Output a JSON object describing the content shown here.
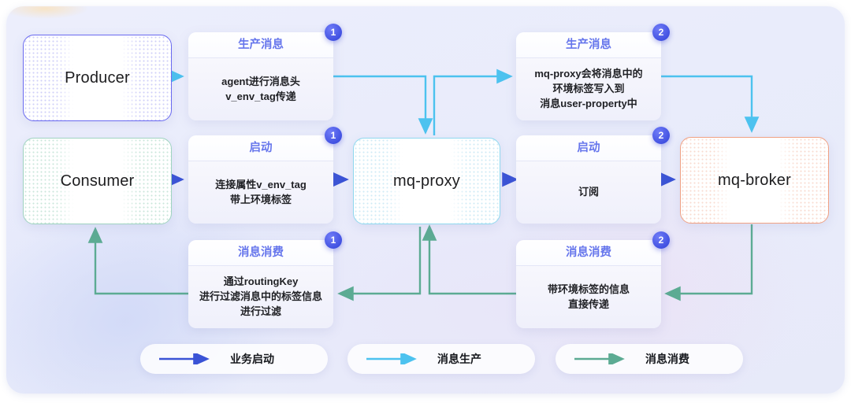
{
  "entities": [
    {
      "id": "producer",
      "label": "Producer"
    },
    {
      "id": "consumer",
      "label": "Consumer"
    },
    {
      "id": "mq-proxy",
      "label": "mq-proxy"
    },
    {
      "id": "mq-broker",
      "label": "mq-broker"
    }
  ],
  "cards": [
    {
      "id": "produce-1",
      "title": "生产消息",
      "badge": "1",
      "lines": [
        "agent进行消息头",
        "v_env_tag传递"
      ]
    },
    {
      "id": "produce-2",
      "title": "生产消息",
      "badge": "2",
      "lines": [
        "mq-proxy会将消息中的",
        "环境标签写入到",
        "消息user-property中"
      ]
    },
    {
      "id": "start-1",
      "title": "启动",
      "badge": "1",
      "lines": [
        "连接属性v_env_tag",
        "带上环境标签"
      ]
    },
    {
      "id": "start-2",
      "title": "启动",
      "badge": "2",
      "lines": [
        "订阅"
      ]
    },
    {
      "id": "consume-1",
      "title": "消息消费",
      "badge": "1",
      "lines": [
        "通过routingKey",
        "进行过滤消息中的标签信息",
        "进行过滤"
      ]
    },
    {
      "id": "consume-2",
      "title": "消息消费",
      "badge": "2",
      "lines": [
        "带环境标签的信息",
        "直接传递"
      ]
    }
  ],
  "legend": [
    {
      "id": "business-start",
      "label": "业务启动",
      "color": "#3a53d6"
    },
    {
      "id": "message-produce",
      "label": "消息生产",
      "color": "#4cc2ef"
    },
    {
      "id": "message-consume",
      "label": "消息消费",
      "color": "#5cab93"
    }
  ],
  "colors": {
    "flow_blue": "#3a53d6",
    "flow_cyan": "#4cc2ef",
    "flow_green": "#5cab93",
    "card_title": "#6676ec",
    "badge": "#3f4fe0",
    "canvas": "#eceefc",
    "producer_border": "#6a6af0",
    "consumer_border": "#9fd3c0",
    "proxy_border": "#8fd8ef",
    "broker_border": "#f0a183"
  }
}
